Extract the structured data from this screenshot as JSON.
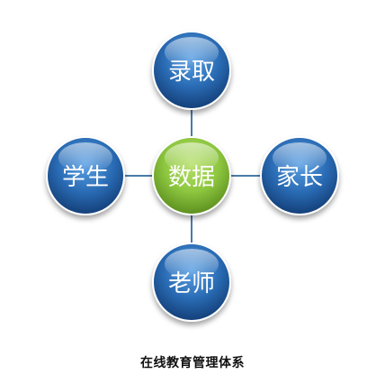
{
  "diagram": {
    "center": {
      "label": "数据",
      "color": "#8dc63f"
    },
    "nodes": {
      "top": {
        "label": "录取"
      },
      "left": {
        "label": "学生"
      },
      "right": {
        "label": "家长"
      },
      "bottom": {
        "label": "老师"
      }
    },
    "node_color": "#2a6cb5",
    "connector_color": "#4a7aa8"
  },
  "caption": "在线教育管理体系"
}
